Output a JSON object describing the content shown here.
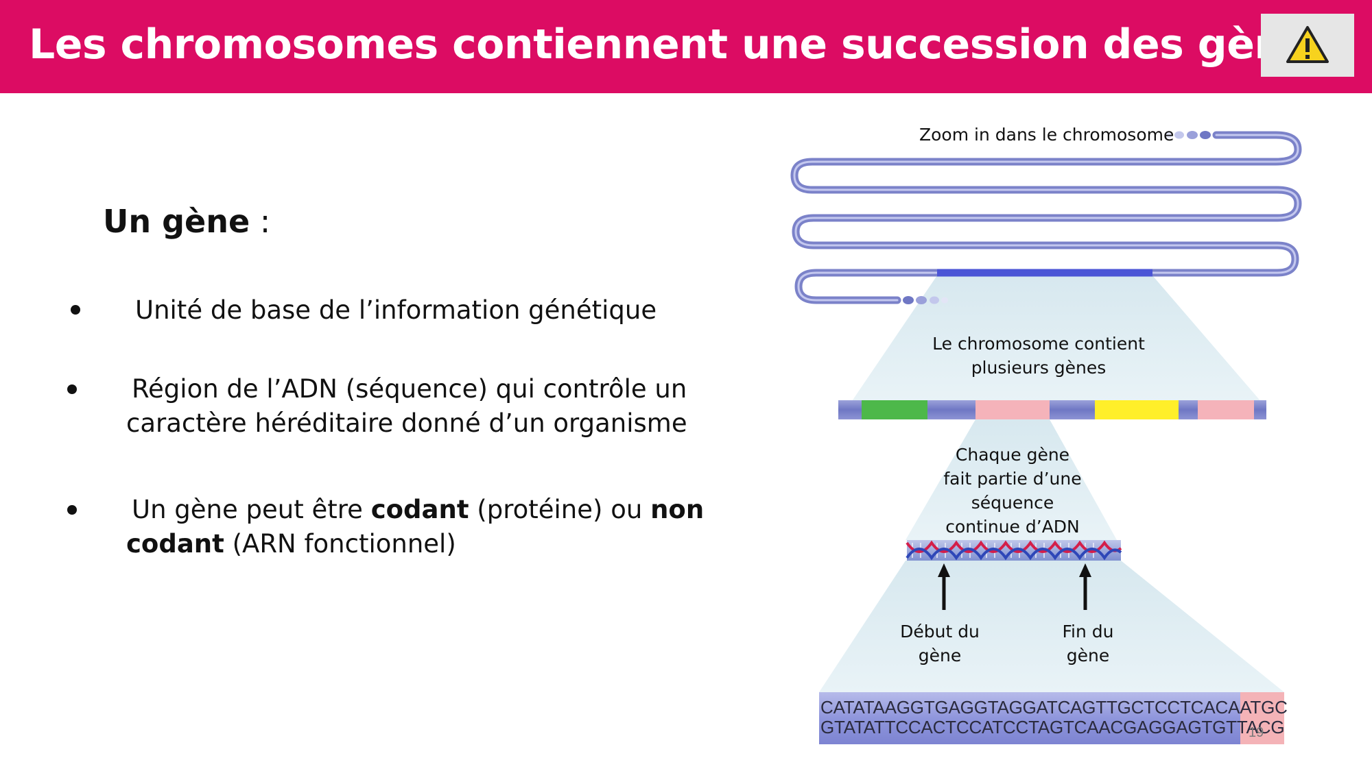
{
  "header": {
    "title": "Les chromosomes contiennent une succession des gènes",
    "background": "#dc0c63",
    "warning_icon": "warning-triangle-icon"
  },
  "content": {
    "subtitle_bold": "Un gène",
    "subtitle_rest": " :",
    "bullets": [
      {
        "line1": "Unité de base de l’information génétique"
      },
      {
        "line1": "Région de l’ADN (séquence) qui contrôle un",
        "line2": "caractère héréditaire donné d’un organisme"
      },
      {
        "line1_a": "Un gène peut être ",
        "line1_b": "codant",
        "line1_c": " (protéine) ou ",
        "line1_d": "non",
        "line2_a": "codant",
        "line2_b": " (ARN fonctionnel)"
      }
    ]
  },
  "diagram": {
    "zoom_label": "Zoom in dans le chromosome",
    "chromosome_label_line1": "Le chromosome contient",
    "chromosome_label_line2": "plusieurs gènes",
    "gene_label_lines": [
      "Chaque gène",
      "fait partie d’une",
      "séquence",
      "continue d’ADN"
    ],
    "start_label_lines": [
      "Début du",
      "gène"
    ],
    "end_label_lines": [
      "Fin du",
      "gène"
    ],
    "sequence_top": "CATATAAGGTGAGGTAGGATCAGTTGCTCCTCACAATGC",
    "sequence_bottom": "GTATATTCCACTCCATCCTAGTCAACGAGGAGTGTTACG",
    "gene_colors": [
      "#4db84a",
      "#f5b3ba",
      "#ffef2a",
      "#f5b3ba"
    ],
    "chromosome_color": "#7b82c9"
  },
  "page_number": "19"
}
